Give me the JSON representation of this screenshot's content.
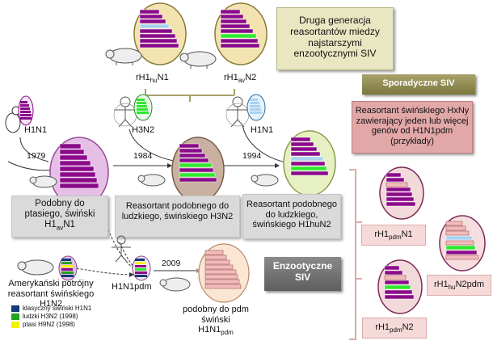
{
  "title_box": "Druga generacja reasortantów miedzy najstarszymi enzootycznymi SIV",
  "sporadic_label": "Sporadyczne SIV",
  "enzootic_label": "Enzootyczne SIV",
  "reassortant_box": "Reasortant świńskiego HxNy zawierający jeden lub więcej genów od H1N1pdm (przykłady)",
  "top_labels": {
    "left": {
      "prefix": "rH1",
      "sub": "hu",
      "suffix": "N1"
    },
    "right": {
      "prefix": "rH1",
      "sub": "av",
      "suffix": "N2"
    }
  },
  "donors": {
    "bird": "H1N1",
    "human1": "H3N2",
    "human2": "H1N1"
  },
  "years": [
    "1979",
    "1984",
    "1994",
    "2009"
  ],
  "lineage_boxes": {
    "avian_like": {
      "line1": "Podobny do",
      "line2": "ptasiego, świński",
      "line3_prefix": "H1",
      "line3_sub": "av",
      "line3_suffix": "N1"
    },
    "human_h3n2": "Reasortant podobnego do ludzkiego, świńskiego H3N2",
    "human_h1hun2": "Reasortant podobnego do ludzkiego, świńskiego H1huN2"
  },
  "american_triple": "Amerykański potrójny reasortant świńskiego H1N2",
  "h1n1pdm": "H1N1pdm",
  "pdm_like": {
    "line1": "podobny do pdm",
    "line2": "świński",
    "line3_prefix": "H1N1",
    "line3_sub": "pdm"
  },
  "right_labels": {
    "a": {
      "prefix": "rH1",
      "sub": "pdm",
      "suffix": "N1"
    },
    "b": {
      "prefix": "rH1",
      "sub": "hu",
      "suffix": "N2pdm"
    },
    "c": {
      "prefix": "rH1",
      "sub": "pdm",
      "suffix": "N2"
    }
  },
  "legend": [
    {
      "label": "klasyczny świński H1N1",
      "color": "#123a7a"
    },
    {
      "label": "ludzki H3N2 (1998)",
      "color": "#22a322"
    },
    {
      "label": "ptasi H9N2 (1998)",
      "color": "#f2f200"
    }
  ],
  "colors": {
    "purple": "#8a0a8a",
    "lightblue": "#a9d2f0",
    "green": "#2ee82e",
    "pink": "#f2bcbc"
  }
}
